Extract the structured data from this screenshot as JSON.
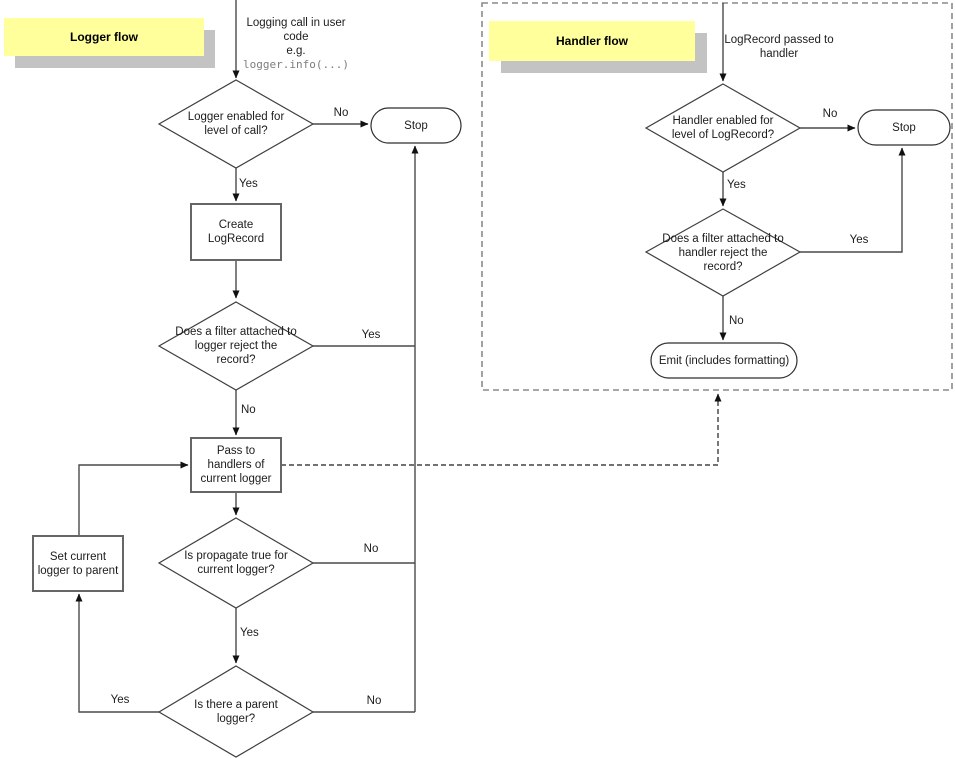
{
  "logger_flow": {
    "title": "Logger flow",
    "start": {
      "text": "Logging call in user code",
      "eg": "e.g.",
      "code": "logger.info(...)"
    },
    "nodes": {
      "enabled_check": "Logger enabled for level of call?",
      "stop": "Stop",
      "create_record": "Create LogRecord",
      "filter_check": "Does a filter attached to logger reject the record?",
      "pass_handlers": "Pass to handlers of current logger",
      "propagate_check": "Is propagate true for current logger?",
      "parent_check": "Is there a parent logger?",
      "set_parent": "Set current logger to parent"
    },
    "edges": {
      "enabled_no": "No",
      "enabled_yes": "Yes",
      "filter_yes": "Yes",
      "filter_no": "No",
      "propagate_no": "No",
      "propagate_yes": "Yes",
      "parent_yes": "Yes",
      "parent_no": "No"
    }
  },
  "handler_flow": {
    "title": "Handler flow",
    "start": "LogRecord passed to handler",
    "nodes": {
      "enabled_check": "Handler enabled for level of LogRecord?",
      "stop": "Stop",
      "filter_check": "Does a filter attached to handler reject the record?",
      "emit": "Emit (includes formatting)"
    },
    "edges": {
      "enabled_no": "No",
      "enabled_yes": "Yes",
      "filter_yes": "Yes",
      "filter_no": "No"
    }
  },
  "colors": {
    "note_fill": "#ffff9c",
    "note_shadow": "#c3c3c3",
    "flow_line": "#4a4a4a",
    "box_border": "#666666",
    "shape_border": "#3f3f3f"
  }
}
